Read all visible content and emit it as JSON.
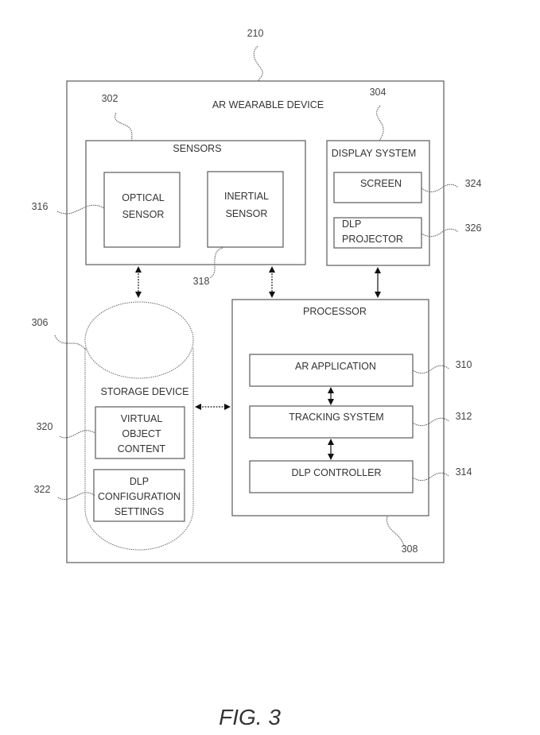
{
  "figure": {
    "caption": "FIG. 3",
    "device": {
      "ref": "210",
      "label": "AR WEARABLE DEVICE"
    },
    "sensors": {
      "ref": "302",
      "label": "SENSORS",
      "optical": {
        "ref": "316",
        "line1": "OPTICAL",
        "line2": "SENSOR"
      },
      "inertial": {
        "ref": "318",
        "line1": "INERTIAL",
        "line2": "SENSOR"
      }
    },
    "display_system": {
      "ref": "304",
      "label": "DISPLAY SYSTEM",
      "screen": {
        "ref": "324",
        "label": "SCREEN"
      },
      "projector": {
        "ref": "326",
        "line1": "DLP",
        "line2": "PROJECTOR"
      }
    },
    "storage": {
      "ref": "306",
      "label": "STORAGE DEVICE",
      "virtual_content": {
        "ref": "320",
        "line1": "VIRTUAL",
        "line2": "OBJECT",
        "line3": "CONTENT"
      },
      "dlp_config": {
        "ref": "322",
        "line1": "DLP",
        "line2": "CONFIGURATION",
        "line3": "SETTINGS"
      }
    },
    "processor": {
      "ref": "308",
      "label": "PROCESSOR",
      "ar_app": {
        "ref": "310",
        "label": "AR APPLICATION"
      },
      "tracking": {
        "ref": "312",
        "label": "TRACKING SYSTEM"
      },
      "dlp_controller": {
        "ref": "314",
        "label": "DLP CONTROLLER"
      }
    }
  }
}
